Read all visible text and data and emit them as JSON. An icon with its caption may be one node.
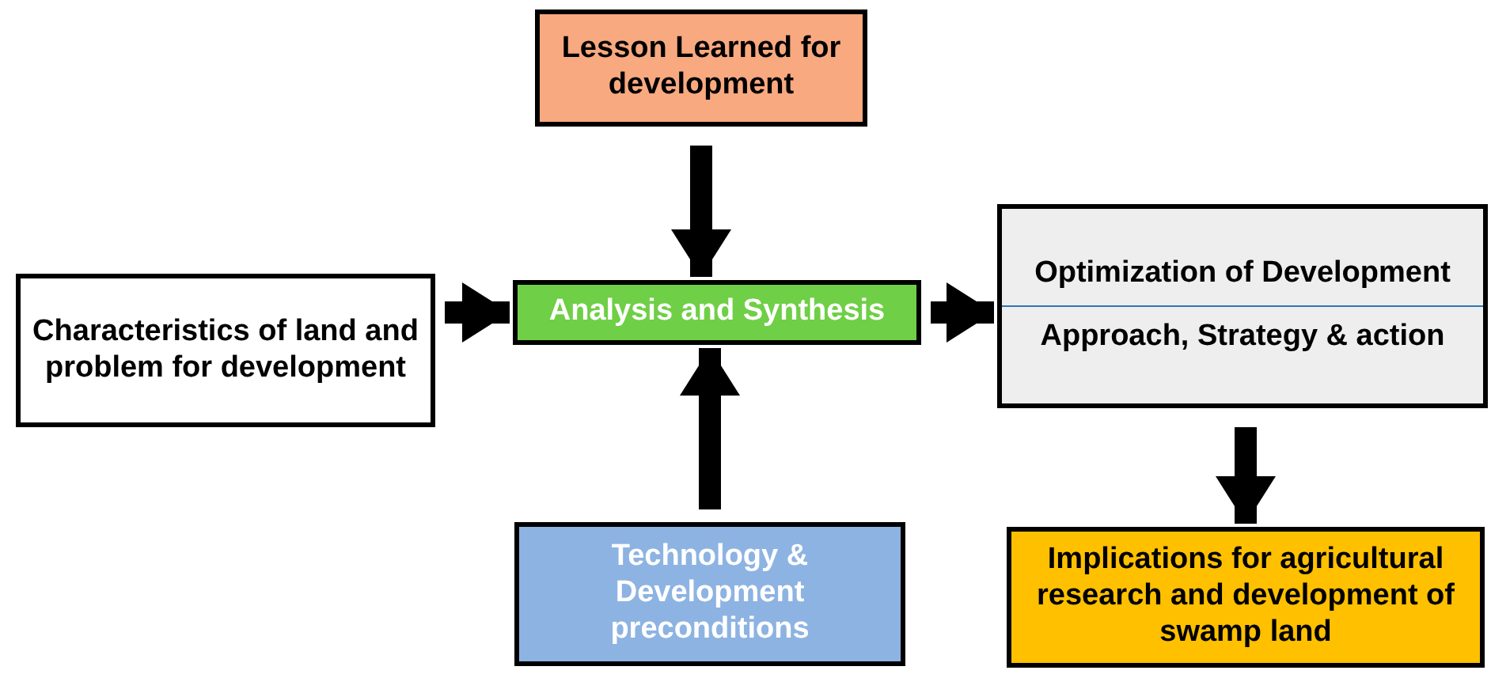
{
  "diagram": {
    "nodes": [
      {
        "text": [
          "Lesson Learned for development"
        ]
      },
      {
        "text": [
          "Characteristics of land and problem for development"
        ]
      },
      {
        "text": [
          "Analysis and Synthesis"
        ]
      },
      {
        "text": [
          "Optimization of Development",
          "Approach, Strategy & action"
        ]
      },
      {
        "text": [
          "Technology & Development preconditions"
        ]
      },
      {
        "text": [
          "Implications for agricultural research and development of swamp land"
        ]
      }
    ],
    "edges": [
      {
        "from": 0,
        "to": 2,
        "arrow": "to"
      },
      {
        "from": 1,
        "to": 2,
        "arrow": "to"
      },
      {
        "from": 2,
        "to": 3,
        "arrow": "to"
      },
      {
        "from": 4,
        "to": 2,
        "arrow": "to"
      },
      {
        "from": 3,
        "to": 5,
        "arrow": "to"
      }
    ]
  }
}
